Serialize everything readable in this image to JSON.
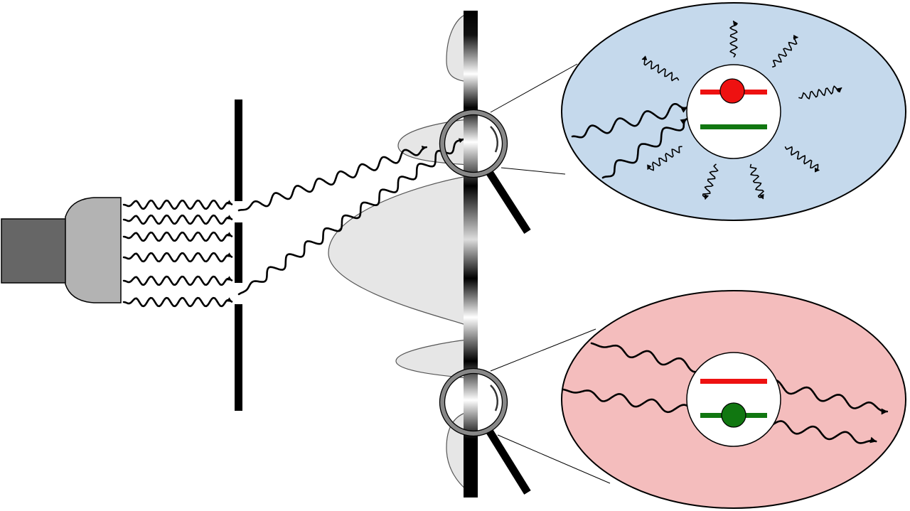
{
  "colors": {
    "background": "#ffffff",
    "source_body": "#666666",
    "source_head": "#b3b3b3",
    "barrier": "#000000",
    "intensity_fill": "#e6e6e6",
    "lens_ring": "#888888",
    "bright_zone_fill": "#c5d9ec",
    "dark_zone_fill": "#f4bdbd",
    "upper_level": "#ee1111",
    "lower_level": "#117711"
  },
  "icons": {
    "source": "light-source-icon",
    "lens_top": "magnifying-glass-icon",
    "lens_bottom": "magnifying-glass-icon"
  },
  "bright_zone": {
    "atom_state": "excited",
    "emission": "spontaneous-scattering"
  },
  "dark_zone": {
    "atom_state": "ground",
    "emission": "transmitted"
  }
}
